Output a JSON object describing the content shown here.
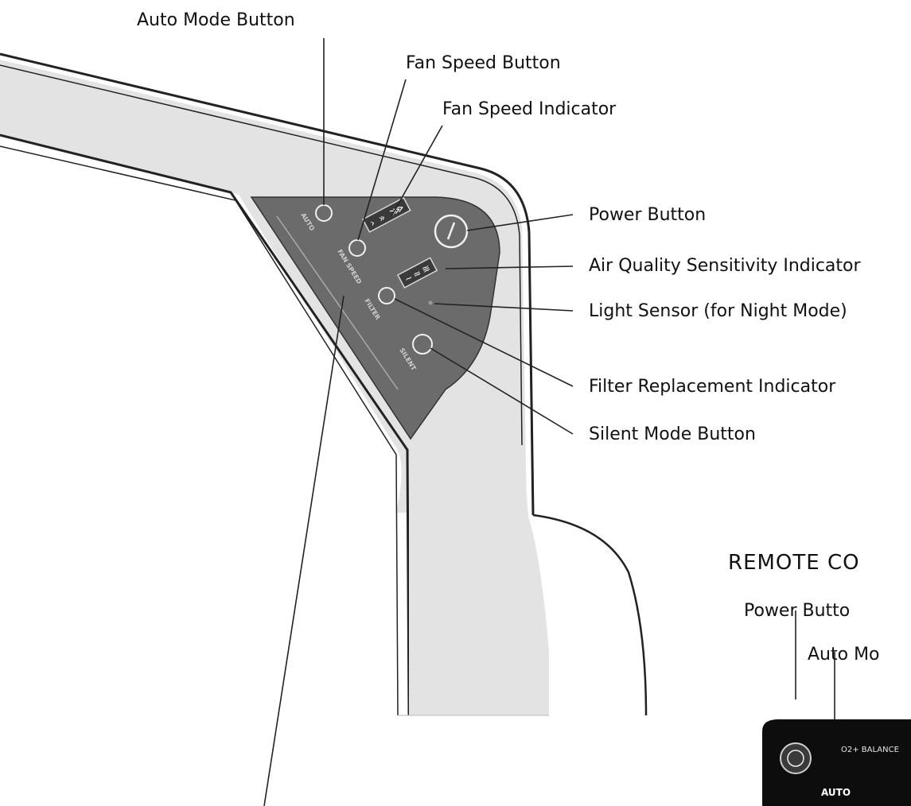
{
  "callouts": {
    "auto_mode_button": "Auto Mode Button",
    "fan_speed_button": "Fan Speed Button",
    "fan_speed_indicator": "Fan Speed Indicator",
    "power_button": "Power Button",
    "air_quality_indicator": "Air Quality Sensitivity Indicator",
    "light_sensor": "Light Sensor (for Night Mode)",
    "filter_indicator": "Filter Replacement Indicator",
    "silent_mode_button": "Silent Mode Button"
  },
  "panel_labels": {
    "auto": "AUTO",
    "fan_speed": "FAN SPEED",
    "filter": "FILTER",
    "silent": "SILENT"
  },
  "remote": {
    "heading": "REMOTE CO",
    "power_callout": "Power Butto",
    "auto_callout": "Auto Mo",
    "balance_label": "O2+ BALANCE",
    "auto_label": "AUTO"
  },
  "colors": {
    "panel": "#6b6b6b",
    "frame": "#e3e3e3",
    "remote": "#0d0d0d"
  }
}
